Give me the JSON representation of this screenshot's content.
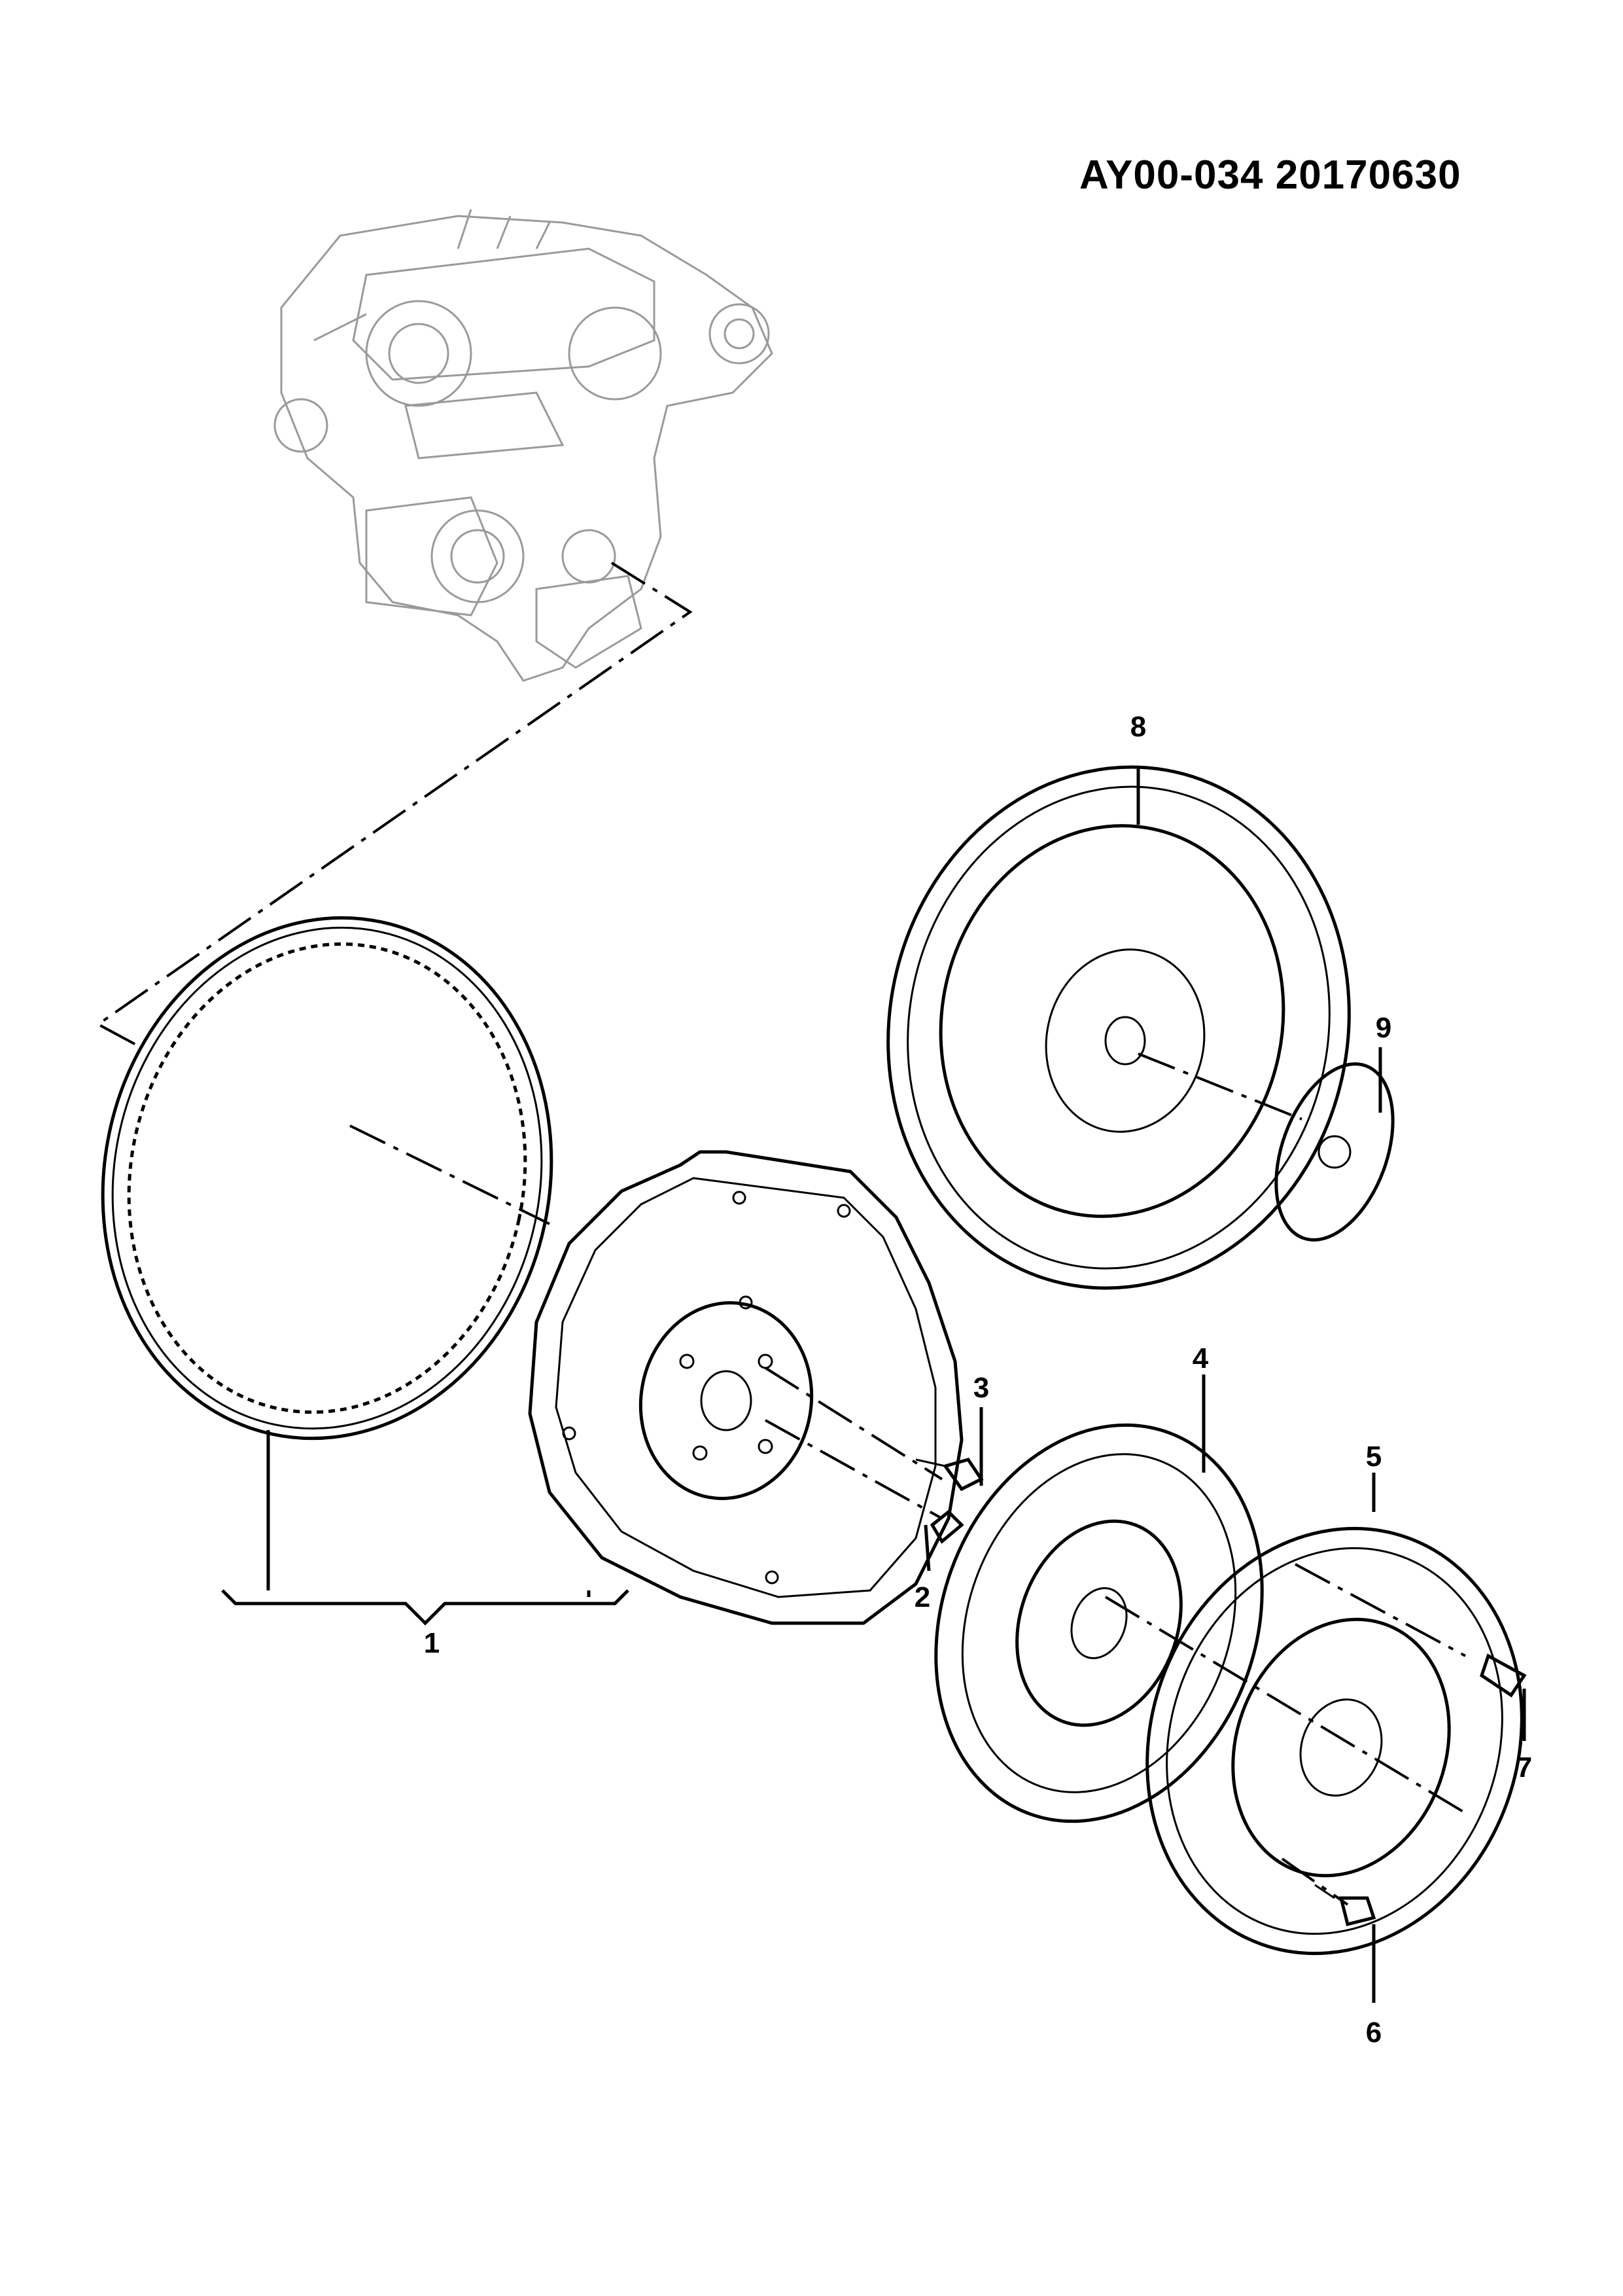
{
  "document": {
    "code": "AY00-034 20170630"
  },
  "callouts": [
    {
      "id": "1",
      "label": "1"
    },
    {
      "id": "2",
      "label": "2"
    },
    {
      "id": "3",
      "label": "3"
    },
    {
      "id": "4",
      "label": "4"
    },
    {
      "id": "5",
      "label": "5"
    },
    {
      "id": "6",
      "label": "6"
    },
    {
      "id": "7",
      "label": "7"
    },
    {
      "id": "8",
      "label": "8"
    },
    {
      "id": "9",
      "label": "9"
    }
  ],
  "colors": {
    "line": "#000000",
    "engine_sketch": "#9a9a9a",
    "background": "#ffffff"
  }
}
